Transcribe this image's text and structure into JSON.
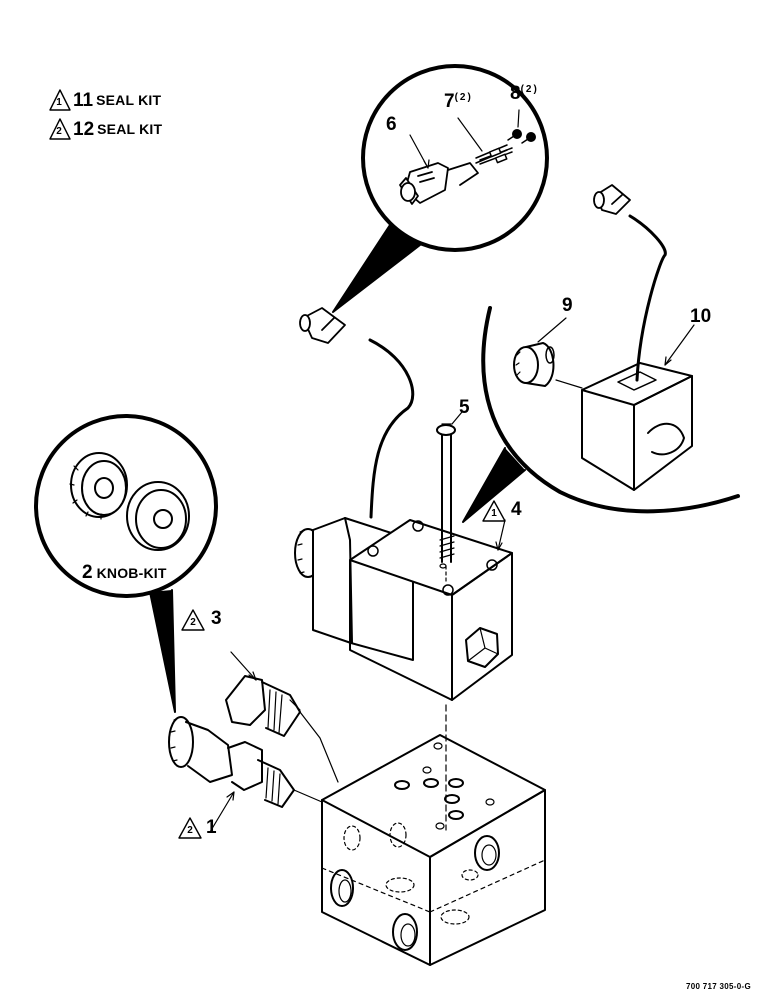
{
  "legend": [
    {
      "flag": "1",
      "item": "11",
      "text": "SEAL KIT"
    },
    {
      "flag": "2",
      "item": "12",
      "text": "SEAL KIT"
    }
  ],
  "callouts": {
    "item1": {
      "num": "1",
      "flag": "2"
    },
    "item2": {
      "num": "2",
      "text": "KNOB-KIT"
    },
    "item3": {
      "num": "3",
      "flag": "2"
    },
    "item4": {
      "num": "4",
      "flag": "1"
    },
    "item5": {
      "num": "5"
    },
    "item6": {
      "num": "6"
    },
    "item7": {
      "num": "7",
      "qty": "(2)"
    },
    "item8": {
      "num": "8",
      "qty": "(2)"
    },
    "item9": {
      "num": "9"
    },
    "item10": {
      "num": "10"
    }
  },
  "figure_id": "700 717 305-0-G"
}
